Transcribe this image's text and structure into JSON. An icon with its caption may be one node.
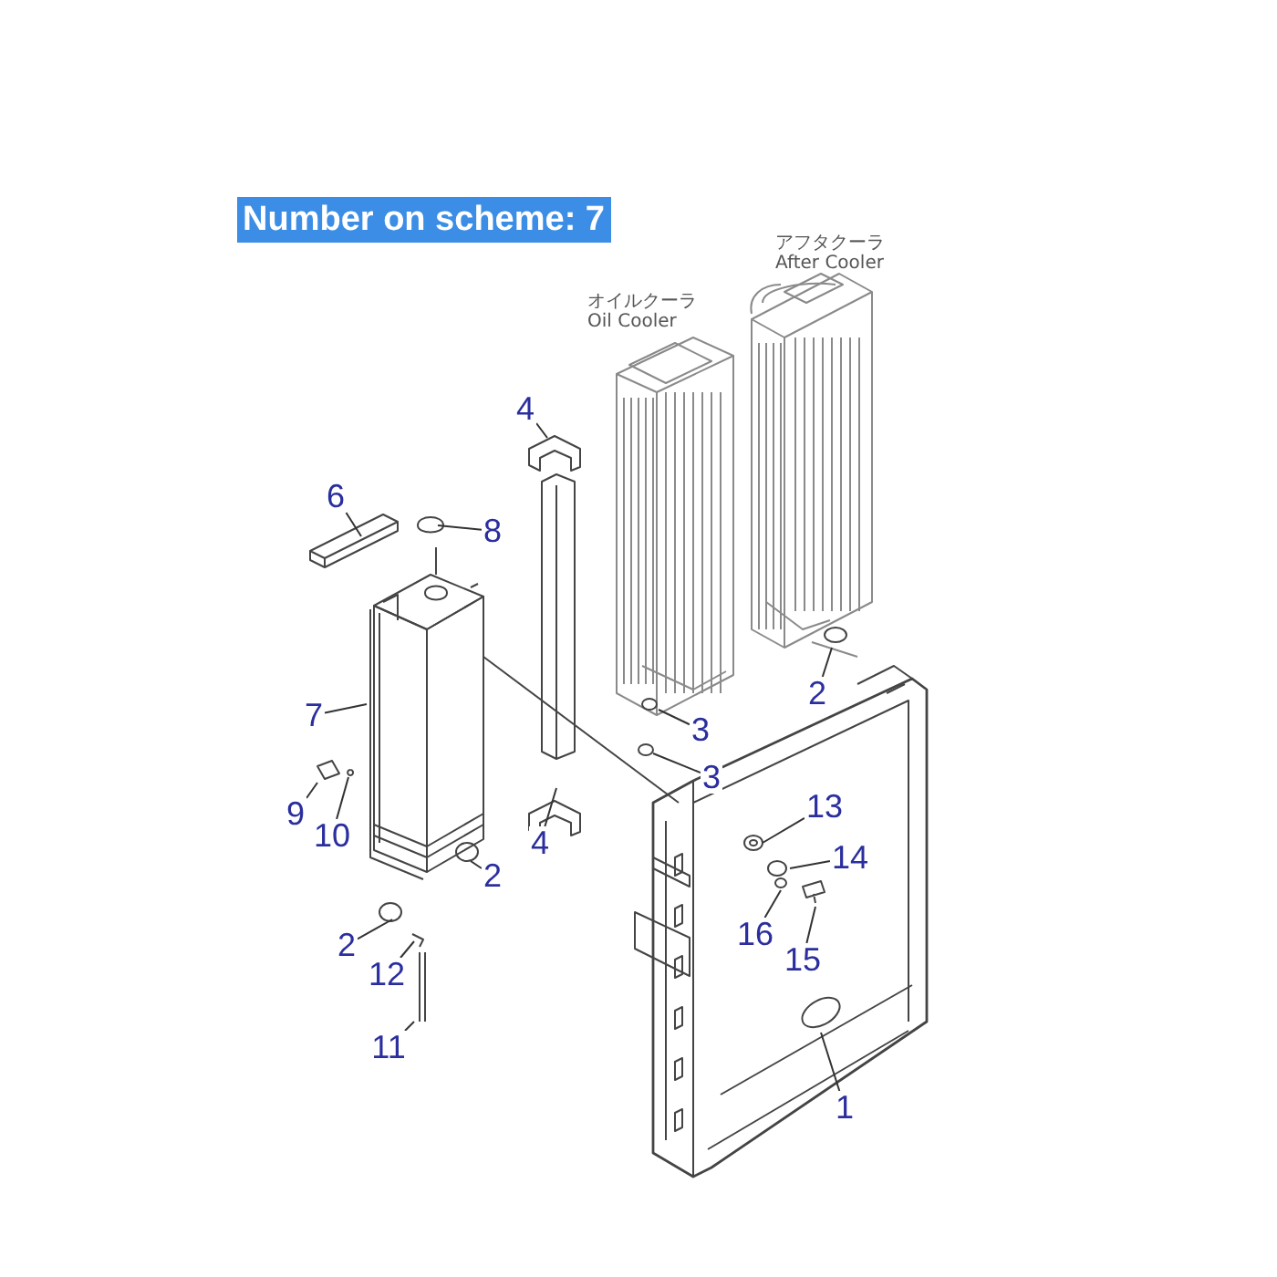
{
  "diagram": {
    "title": "Number on scheme: 7",
    "nodes": [
      {
        "text": [
          "4"
        ]
      },
      {
        "text": [
          "6"
        ]
      },
      {
        "text": [
          "8"
        ]
      },
      {
        "text": [
          "7"
        ]
      },
      {
        "text": [
          "9"
        ]
      },
      {
        "text": [
          "10"
        ]
      },
      {
        "text": [
          "3"
        ]
      },
      {
        "text": [
          "2"
        ]
      },
      {
        "text": [
          "3"
        ]
      },
      {
        "text": [
          "4"
        ]
      },
      {
        "text": [
          "2"
        ]
      },
      {
        "text": [
          "13"
        ]
      },
      {
        "text": [
          "14"
        ]
      },
      {
        "text": [
          "16"
        ]
      },
      {
        "text": [
          "15"
        ]
      },
      {
        "text": [
          "2"
        ]
      },
      {
        "text": [
          "12"
        ]
      },
      {
        "text": [
          "11"
        ]
      },
      {
        "text": [
          "1"
        ]
      }
    ],
    "edges": [
      {
        "from": 0,
        "to": null,
        "arrow": "none"
      },
      {
        "from": 1,
        "to": null,
        "arrow": "none"
      },
      {
        "from": 2,
        "to": null,
        "arrow": "none"
      },
      {
        "from": 3,
        "to": null,
        "arrow": "none"
      },
      {
        "from": 4,
        "to": null,
        "arrow": "none"
      },
      {
        "from": 5,
        "to": null,
        "arrow": "none"
      },
      {
        "from": 6,
        "to": null,
        "arrow": "none"
      },
      {
        "from": 7,
        "to": null,
        "arrow": "none"
      },
      {
        "from": 8,
        "to": null,
        "arrow": "none"
      },
      {
        "from": 9,
        "to": null,
        "arrow": "none"
      },
      {
        "from": 10,
        "to": null,
        "arrow": "none"
      },
      {
        "from": 11,
        "to": null,
        "arrow": "none"
      },
      {
        "from": 12,
        "to": null,
        "arrow": "none"
      },
      {
        "from": 13,
        "to": null,
        "arrow": "none"
      },
      {
        "from": 14,
        "to": null,
        "arrow": "none"
      },
      {
        "from": 15,
        "to": null,
        "arrow": "none"
      },
      {
        "from": 16,
        "to": null,
        "arrow": "none"
      },
      {
        "from": 17,
        "to": null,
        "arrow": "none"
      },
      {
        "from": 18,
        "to": null,
        "arrow": "none"
      }
    ],
    "labels": [
      "アフタクーラ",
      "After Cooler",
      "オイルクーラ",
      "Oil Cooler"
    ]
  }
}
